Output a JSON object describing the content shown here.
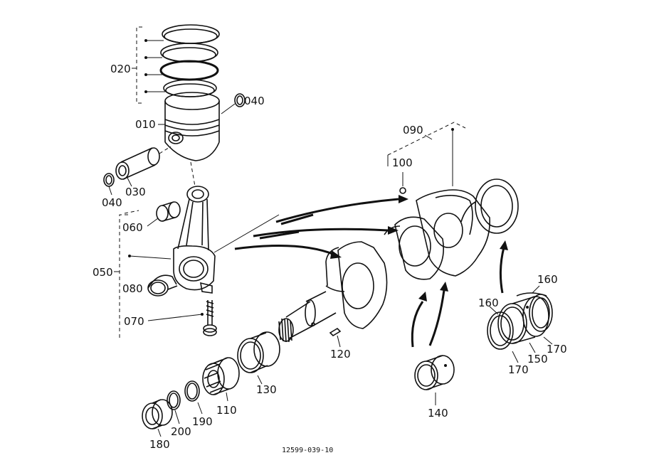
{
  "callouts": {
    "c010": "010",
    "c020": "020",
    "c030": "030",
    "c040a": "040",
    "c040b": "040",
    "c050": "050",
    "c060": "060",
    "c070": "070",
    "c080": "080",
    "c090": "090",
    "c100": "100",
    "c110": "110",
    "c120": "120",
    "c130": "130",
    "c140": "140",
    "c150": "150",
    "c160a": "160",
    "c160b": "160",
    "c170a": "170",
    "c170b": "170",
    "c180": "180",
    "c190": "190",
    "c200": "200"
  },
  "drawing_number": "12599-039-10"
}
